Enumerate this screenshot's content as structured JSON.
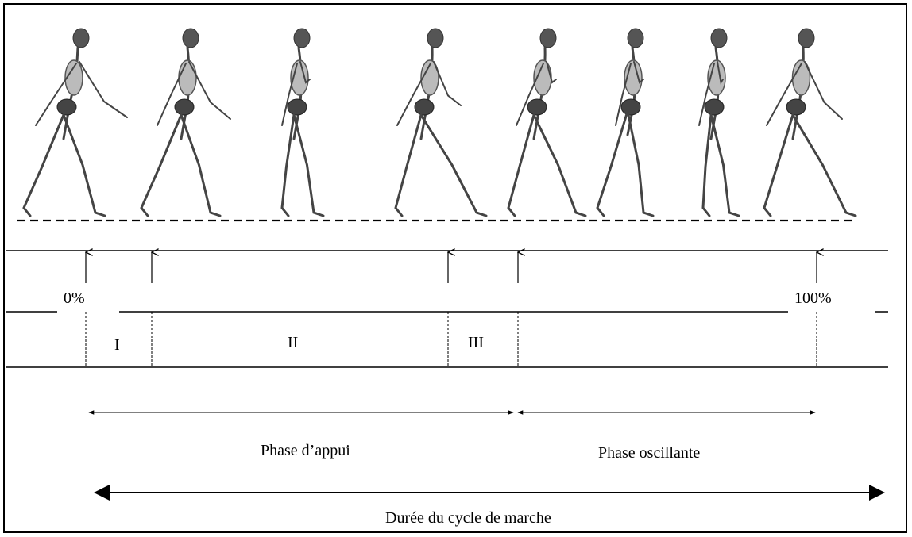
{
  "markers": {
    "start": "0%",
    "end": "100%"
  },
  "sub_phases": [
    "I",
    "II",
    "III"
  ],
  "phases": {
    "stance": "Phase d’appui",
    "swing": "Phase oscillante"
  },
  "cycle_label": "Durée du cycle de marche",
  "figures": [
    "skeleton-walking",
    "skeleton-walking",
    "skeleton-walking",
    "skeleton-walking",
    "skeleton-walking",
    "skeleton-walking",
    "skeleton-walking",
    "skeleton-walking"
  ]
}
